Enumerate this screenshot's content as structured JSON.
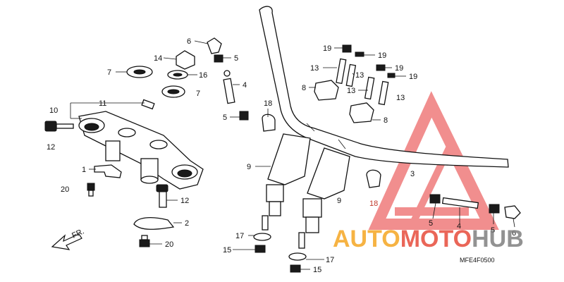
{
  "callouts": [
    {
      "id": "c-6",
      "text": "6"
    },
    {
      "id": "c-5a",
      "text": "5"
    },
    {
      "id": "c-14",
      "text": "14"
    },
    {
      "id": "c-7a",
      "text": "7"
    },
    {
      "id": "c-16",
      "text": "16"
    },
    {
      "id": "c-4a",
      "text": "4"
    },
    {
      "id": "c-7b",
      "text": "7"
    },
    {
      "id": "c-11",
      "text": "11"
    },
    {
      "id": "c-10",
      "text": "10"
    },
    {
      "id": "c-5b",
      "text": "5"
    },
    {
      "id": "c-18a",
      "text": "18"
    },
    {
      "id": "c-12a",
      "text": "12"
    },
    {
      "id": "c-1",
      "text": "1"
    },
    {
      "id": "c-20a",
      "text": "20"
    },
    {
      "id": "c-12b",
      "text": "12"
    },
    {
      "id": "c-2",
      "text": "2"
    },
    {
      "id": "c-20b",
      "text": "20"
    },
    {
      "id": "c-9a",
      "text": "9"
    },
    {
      "id": "c-9b",
      "text": "9"
    },
    {
      "id": "c-17a",
      "text": "17"
    },
    {
      "id": "c-15a",
      "text": "15"
    },
    {
      "id": "c-17b",
      "text": "17"
    },
    {
      "id": "c-15b",
      "text": "15"
    },
    {
      "id": "c-19a",
      "text": "19"
    },
    {
      "id": "c-19b",
      "text": "19"
    },
    {
      "id": "c-13a",
      "text": "13"
    },
    {
      "id": "c-13b",
      "text": "13"
    },
    {
      "id": "c-19c",
      "text": "19"
    },
    {
      "id": "c-19d",
      "text": "19"
    },
    {
      "id": "c-8a",
      "text": "8"
    },
    {
      "id": "c-13c",
      "text": "13"
    },
    {
      "id": "c-13d",
      "text": "13"
    },
    {
      "id": "c-8b",
      "text": "8"
    },
    {
      "id": "c-3",
      "text": "3"
    },
    {
      "id": "c-18b",
      "text": "18"
    },
    {
      "id": "c-5c",
      "text": "5"
    },
    {
      "id": "c-4b",
      "text": "4"
    },
    {
      "id": "c-5d",
      "text": "5"
    },
    {
      "id": "c-6b",
      "text": "6"
    }
  ],
  "direction_label": "FR.",
  "diagram_code": "MFE4F0500",
  "watermark": {
    "part1": "AUTO",
    "part2": "MOTO",
    "part3": "HUB",
    "color_orange": "#f5a623",
    "color_red": "#e74c3c",
    "color_gray": "#7f7f7f"
  }
}
